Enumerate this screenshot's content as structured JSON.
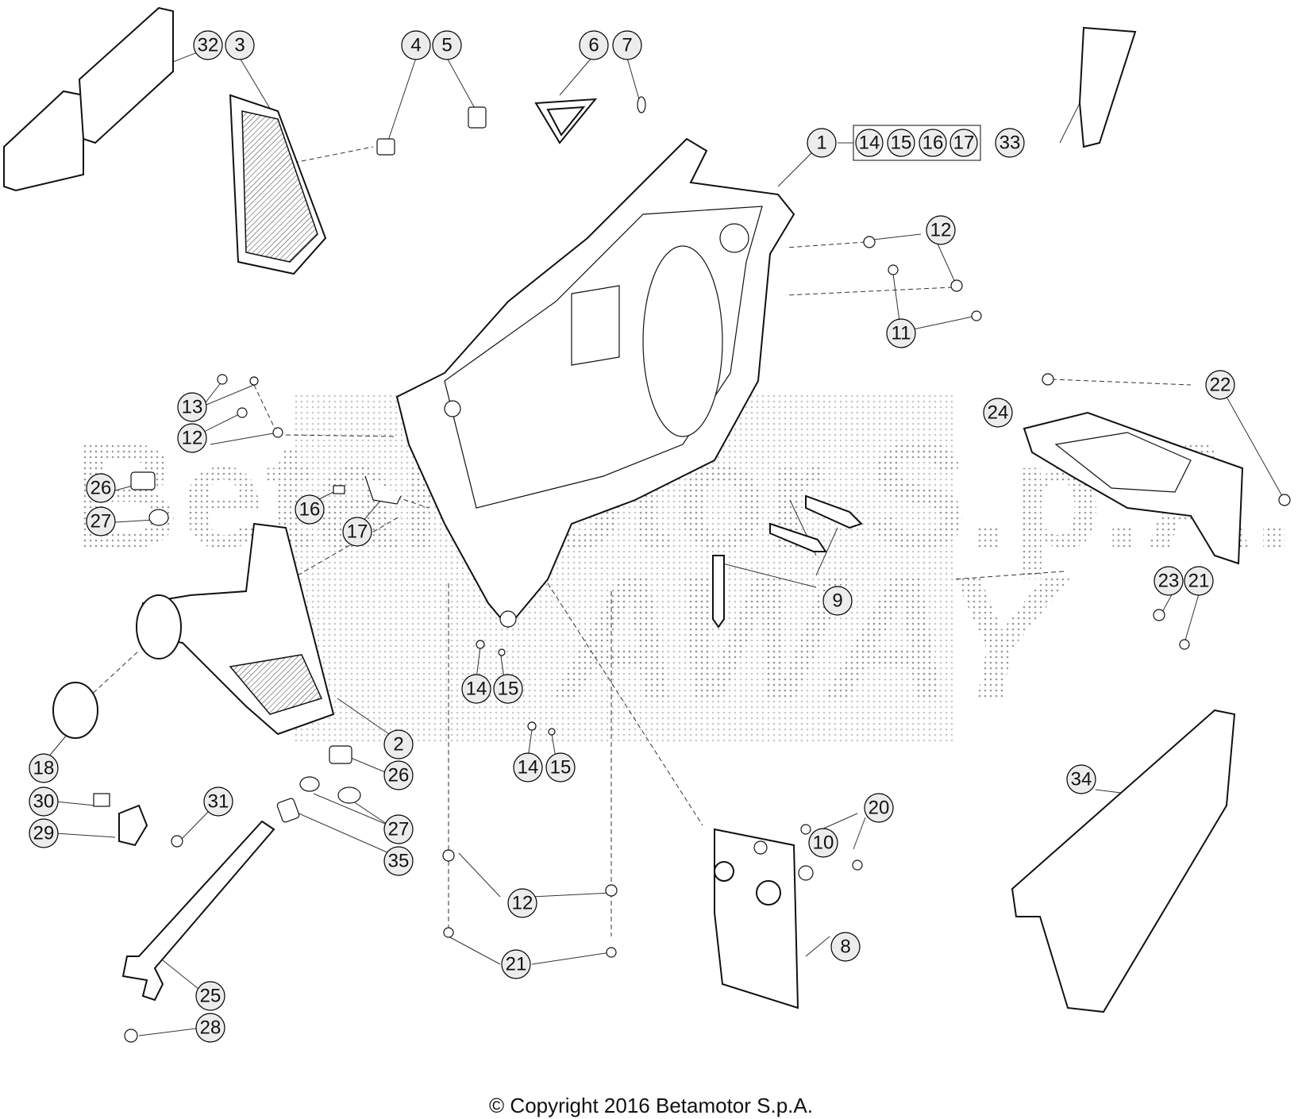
{
  "watermark": {
    "line1": "Betamotor S.p.A.",
    "line2": "AWAY"
  },
  "copyright": "© Copyright 2016 Betamotor S.p.A.",
  "callouts": {
    "c1": "1",
    "c2": "2",
    "c3": "3",
    "c4": "4",
    "c5": "5",
    "c6": "6",
    "c7": "7",
    "c8": "8",
    "c9": "9",
    "c10": "10",
    "c11": "11",
    "c12a": "12",
    "c12b": "12",
    "c12c": "12",
    "c13": "13",
    "c14a": "14",
    "c14b": "14",
    "c14c": "14",
    "c15a": "15",
    "c15b": "15",
    "c15c": "15",
    "c16a": "16",
    "c16b": "16",
    "c17a": "17",
    "c17b": "17",
    "c18": "18",
    "c20": "20",
    "c21a": "21",
    "c21b": "21",
    "c22": "22",
    "c23": "23",
    "c24": "24",
    "c25": "25",
    "c26a": "26",
    "c26b": "26",
    "c27a": "27",
    "c27b": "27",
    "c28": "28",
    "c29": "29",
    "c30": "30",
    "c31": "31",
    "c32": "32",
    "c33": "33",
    "c34": "34",
    "c35": "35"
  }
}
